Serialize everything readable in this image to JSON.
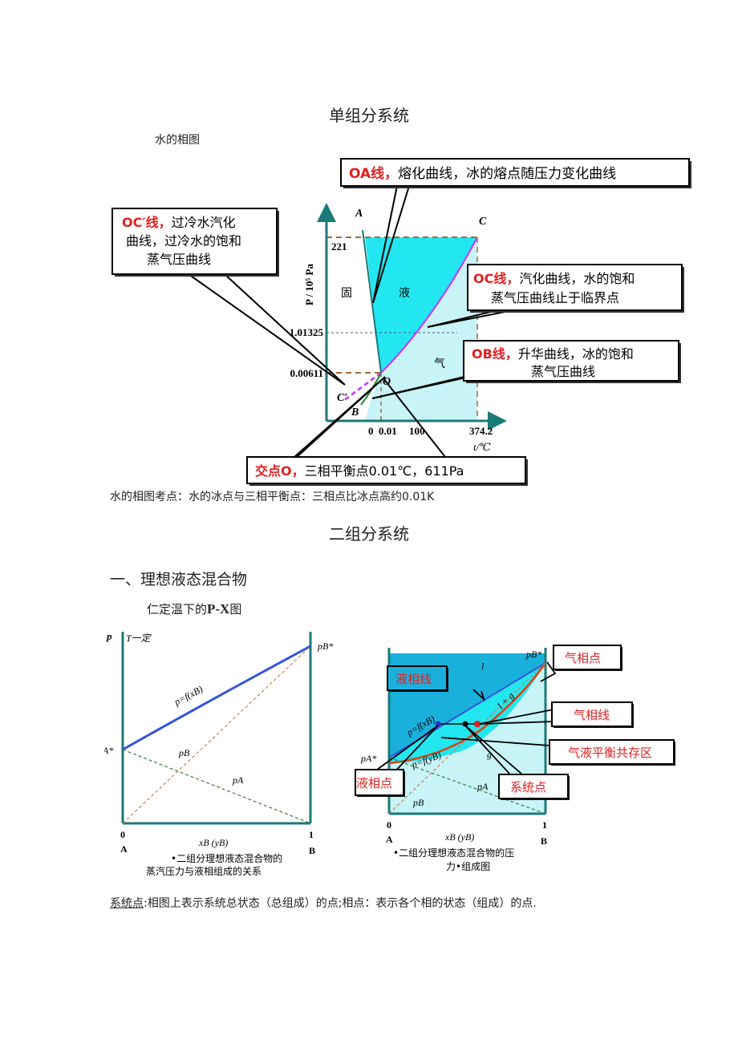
{
  "section1_title": "单组分系统",
  "water_caption": "水的相图",
  "water_diagram": {
    "axis_y": "P / 10⁵ Pa",
    "axis_x": "t/℃",
    "y_ticks": [
      "221",
      "1.01325",
      "0.00611"
    ],
    "x_ticks": [
      "0",
      "0.01",
      "100",
      "374.2"
    ],
    "point_labels": {
      "A": "A",
      "C": "C",
      "O": "O",
      "B": "B",
      "C_prime": "C′"
    },
    "regions": {
      "solid": "固",
      "liquid": "液",
      "gas": "气"
    },
    "callouts": {
      "oa": {
        "key": "OA线，",
        "text": "熔化曲线，冰的熔点随压力变化曲线"
      },
      "ocp": {
        "key": "OC′线，",
        "line1": "过冷水汽化",
        "line2": "曲线，过冷水的饱和",
        "line3": "蒸气压曲线"
      },
      "oc": {
        "key": "OC线，",
        "line1": "汽化曲线，水的饱和",
        "line2": "蒸气压曲线止于临界点"
      },
      "ob": {
        "key": "OB线，",
        "line1": "升华曲线，冰的饱和",
        "line2": "蒸气压曲线"
      },
      "o": {
        "key": "交点O，",
        "text": "三相平衡点0.01℃，611Pa"
      }
    }
  },
  "water_note": "水的相图考点：水的冰点与三相平衡点：三相点比冰点高约0.01K",
  "section2_title": "二组分系统",
  "subsection_title": "一、理想液态混合物",
  "px_caption_prefix": "仁定温下的",
  "px_caption_bold": "P-X",
  "px_caption_suffix": "图",
  "left_chart": {
    "y_label": "p",
    "condition": "T一定",
    "pA_star": "pA*",
    "pB_star": "pB*",
    "line_total": "p=f(xB)",
    "line_pB": "pB",
    "line_pA": "pA",
    "x0": "0",
    "x1": "1",
    "xA": "A",
    "xB": "B",
    "x_label": "xB (yB)",
    "caption1": "•二组分理想液态混合物的",
    "caption2": "蒸汽压力与液相组成的关系"
  },
  "right_chart": {
    "region_l": "l",
    "region_lg": "l + g",
    "region_g": "g",
    "pA_star": "pA*",
    "pB_star": "pB*",
    "liquid_line_eq": "p=f(xB)",
    "vapor_line_eq": "p=f(yB)",
    "line_pA": "pA",
    "line_pB": "pB",
    "x0": "0",
    "x1": "1",
    "xA": "A",
    "xB": "B",
    "x_label": "xB (yB)",
    "callouts": {
      "liquid_line": "液相线",
      "vapor_point": "气相点",
      "vapor_line": "气相线",
      "coexist": "气液平衡共存区",
      "liquid_point": "液相点",
      "system_point": "系统点"
    },
    "caption1": "•二组分理想液态混合物的压",
    "caption2": "力•组成图"
  },
  "definition": {
    "term": "系统点",
    "text": ":相图上表示系统总状态（总组成）的点;相点：表示各个相的状态（组成）的点."
  },
  "colors": {
    "teal": "#1a7a78",
    "liquid": "#22e6f0",
    "gas": "#c8f4f8",
    "red": "#e02020",
    "blue": "#3355dd",
    "magenta": "#cc33ff"
  }
}
